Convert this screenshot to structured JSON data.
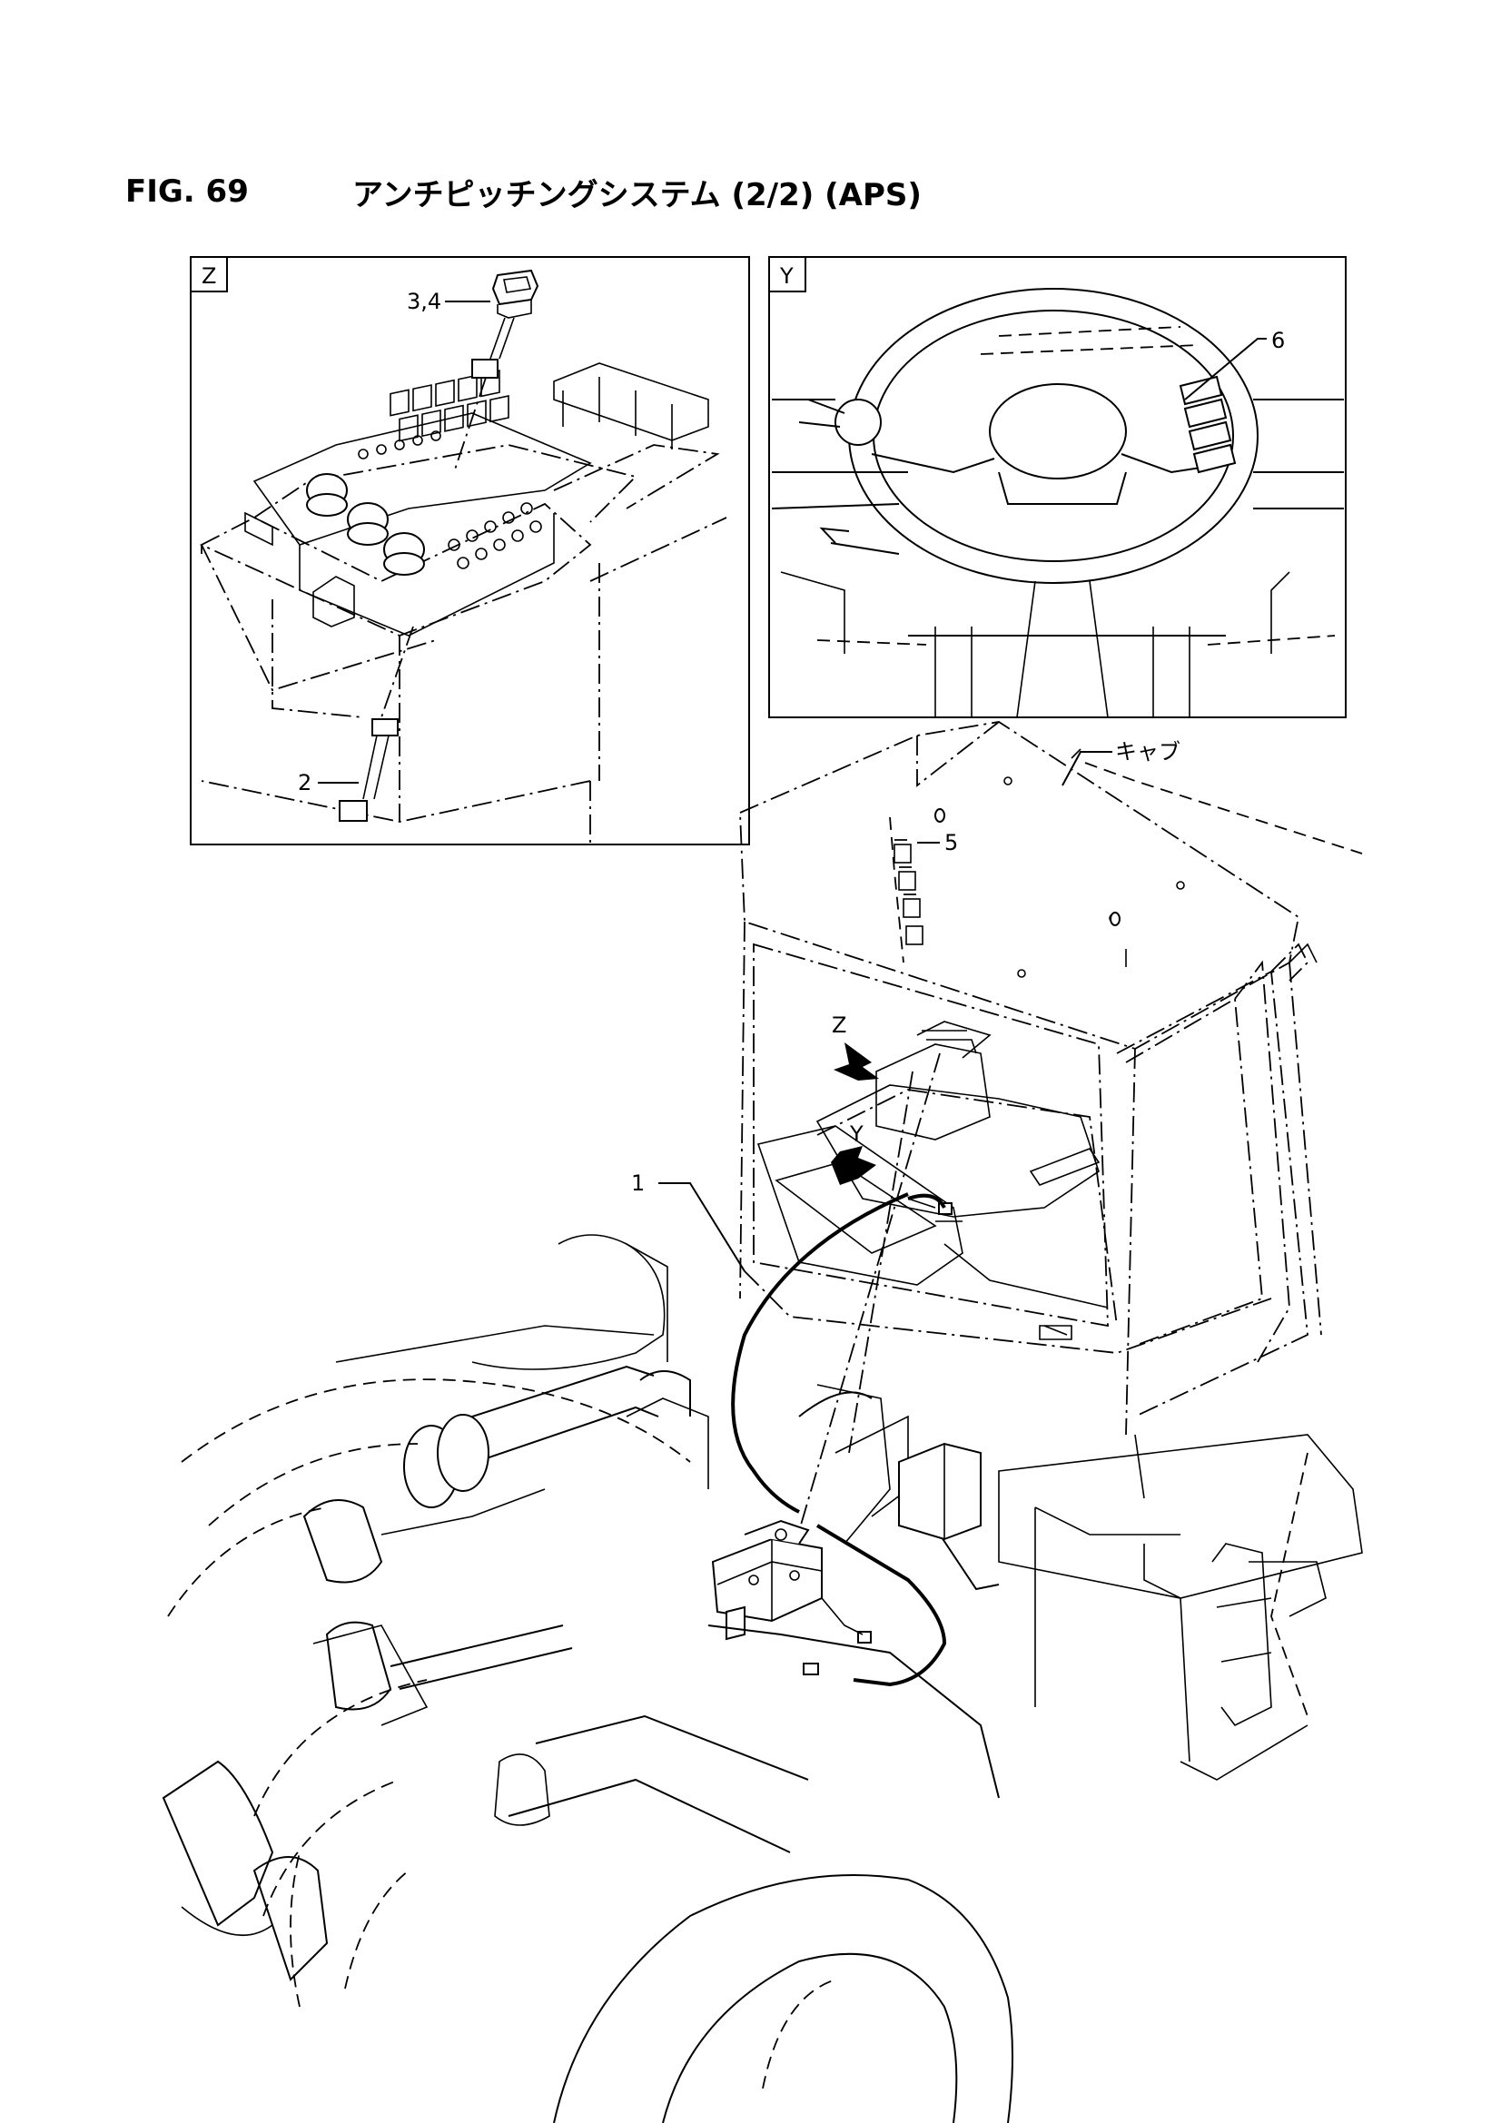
{
  "figure": {
    "number": "FIG. 69",
    "title": "アンチピッチングシステム (2/2) (APS)"
  },
  "detail_views": [
    {
      "id": "z",
      "label": "Z"
    },
    {
      "id": "y",
      "label": "Y"
    }
  ],
  "callouts": {
    "harness": "1",
    "harness_z": "2",
    "switch": "3,4",
    "cab_roof": "5",
    "steering_panel": "6",
    "cab": "キャブ",
    "view_z": "Z",
    "view_y": "Y"
  }
}
